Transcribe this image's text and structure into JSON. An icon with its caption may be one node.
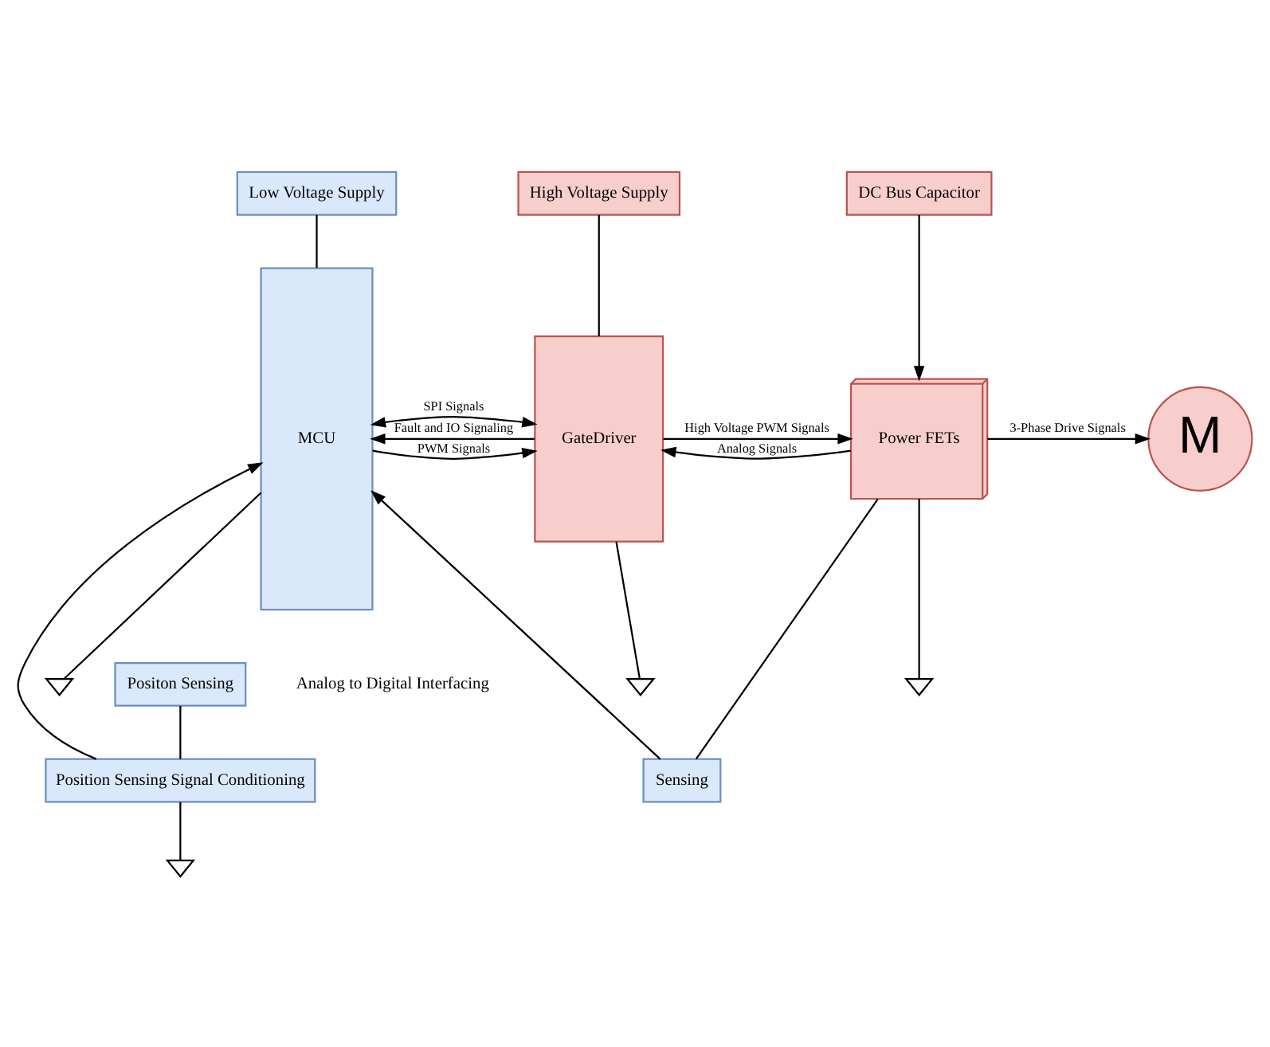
{
  "diagram": {
    "nodes": [
      {
        "text": [
          "Low Voltage Supply"
        ]
      },
      {
        "text": [
          "High Voltage Supply"
        ]
      },
      {
        "text": [
          "DC Bus Capacitor"
        ]
      },
      {
        "text": [
          "MCU"
        ]
      },
      {
        "text": [
          "GateDriver"
        ]
      },
      {
        "text": [
          "Power FETs"
        ]
      },
      {
        "text": [
          "M"
        ]
      },
      {
        "text": [
          "Positon Sensing"
        ]
      },
      {
        "text": [
          "Sensing"
        ]
      },
      {
        "text": [
          "Position Sensing Signal Conditioning"
        ]
      },
      {
        "text": [],
        "shape": "triangle"
      },
      {
        "text": [],
        "shape": "triangle"
      },
      {
        "text": [],
        "shape": "triangle"
      },
      {
        "text": [],
        "shape": "triangle"
      }
    ],
    "edges": [
      {
        "from": 0,
        "to": 3,
        "arrow": "none"
      },
      {
        "from": 1,
        "to": 4,
        "arrow": "none"
      },
      {
        "from": 2,
        "to": 5,
        "arrow": "to"
      },
      {
        "from": 3,
        "to": 4,
        "arrow": "to",
        "label": "PWM Signals"
      },
      {
        "from": 3,
        "to": 4,
        "arrow": "both",
        "label": "SPI Signals"
      },
      {
        "from": 4,
        "to": 3,
        "arrow": "to",
        "label": "Fault and IO Signaling"
      },
      {
        "from": 4,
        "to": 5,
        "arrow": "to",
        "label": "High Voltage PWM Signals"
      },
      {
        "from": 5,
        "to": 4,
        "arrow": "to",
        "label": "Analog Signals"
      },
      {
        "from": 5,
        "to": 6,
        "arrow": "to",
        "label": "3-Phase Drive Signals"
      },
      {
        "from": 5,
        "to": 8,
        "arrow": "none"
      },
      {
        "from": 8,
        "to": 3,
        "arrow": "to"
      },
      {
        "from": 9,
        "to": 3,
        "arrow": "to"
      },
      {
        "from": 7,
        "to": 9,
        "arrow": "none"
      },
      {
        "from": 3,
        "to": 10,
        "arrow": "none"
      },
      {
        "from": 4,
        "to": 11,
        "arrow": "none"
      },
      {
        "from": 5,
        "to": 12,
        "arrow": "none"
      },
      {
        "from": 9,
        "to": 13,
        "arrow": "none"
      }
    ],
    "labels": [
      "Analog to Digital Interfacing"
    ]
  }
}
